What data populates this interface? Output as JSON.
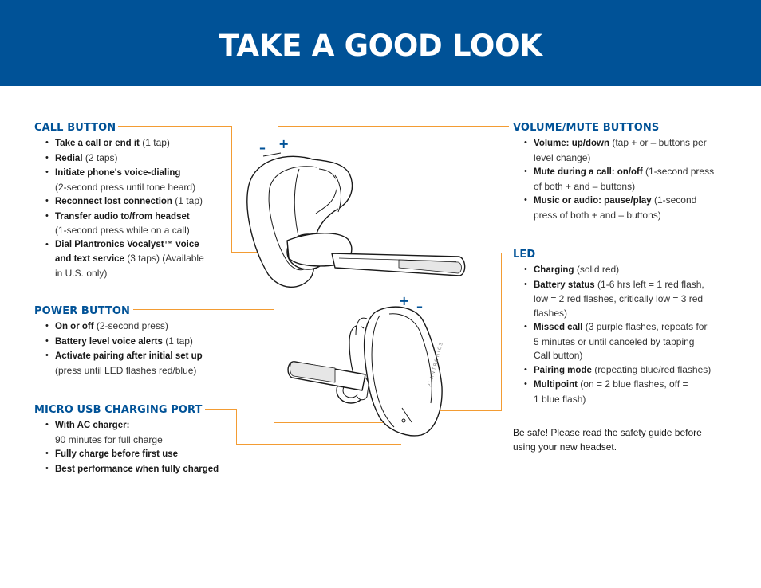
{
  "header": {
    "title": "TAKE A GOOD LOOK"
  },
  "call_button": {
    "title": "CALL BUTTON",
    "items": [
      {
        "label": "Take a call or end it",
        "detail": " (1 tap)"
      },
      {
        "label": "Redial",
        "detail": " (2 taps)"
      },
      {
        "label": "Initiate phone's voice-dialing",
        "detail": "(2-second press until tone heard)"
      },
      {
        "label": "Reconnect lost connection",
        "detail": " (1 tap)"
      },
      {
        "label": "Transfer audio to/from headset",
        "detail": "(1-second press while on a call)"
      },
      {
        "label": "Dial Plantronics Vocalyst™ voice",
        "label2": "and text service",
        "detail": " (3 taps) (Available",
        "detail2": "in U.S. only)"
      }
    ]
  },
  "power_button": {
    "title": "POWER BUTTON",
    "items": [
      {
        "label": "On or off",
        "detail": " (2-second press)"
      },
      {
        "label": "Battery level voice alerts",
        "detail": " (1 tap)"
      },
      {
        "label": "Activate pairing after initial set up",
        "detail": "(press until LED flashes red/blue)"
      }
    ]
  },
  "usb_port": {
    "title": "MICRO USB CHARGING PORT",
    "items": [
      {
        "label": "With AC charger:",
        "detail": "90 minutes for full charge"
      },
      {
        "label": "Fully charge before first use"
      },
      {
        "label": "Best performance when fully charged"
      }
    ]
  },
  "volume_mute": {
    "title": "VOLUME/MUTE BUTTONS",
    "items": [
      {
        "label": "Volume: up/down",
        "detail": " (tap + or – buttons per",
        "detail2": "level change)"
      },
      {
        "label": "Mute during a call: on/off",
        "detail": " (1-second press",
        "detail2": "of both + and – buttons)"
      },
      {
        "label": "Music or audio: pause/play",
        "detail": " (1-second",
        "detail2": "press of both + and – buttons)"
      }
    ]
  },
  "led": {
    "title": "LED",
    "items": [
      {
        "label": "Charging",
        "detail": " (solid red)"
      },
      {
        "label": "Battery status",
        "detail": " (1-6 hrs left = 1 red flash,",
        "detail2": "low = 2 red flashes, critically low = 3 red",
        "detail3": "flashes)"
      },
      {
        "label": "Missed call",
        "detail": " (3 purple flashes, repeats for",
        "detail2": "5 minutes or until canceled by tapping",
        "detail3": "Call button)"
      },
      {
        "label": "Pairing mode",
        "detail": " (repeating blue/red flashes)"
      },
      {
        "label": "Multipoint",
        "detail": " (on = 2 blue flashes, off =",
        "detail2": "1 blue flash)"
      }
    ]
  },
  "safety_note": {
    "line1": "Be safe! Please read the safety guide before",
    "line2": "using your new headset."
  },
  "diagram": {
    "top_minus": "–",
    "top_plus": "+",
    "bottom_plus": "+",
    "bottom_minus": "–",
    "brand_text": "PLANTRONICS"
  },
  "colors": {
    "banner": "#005297",
    "heading": "#005297",
    "leader": "#f39c33"
  }
}
